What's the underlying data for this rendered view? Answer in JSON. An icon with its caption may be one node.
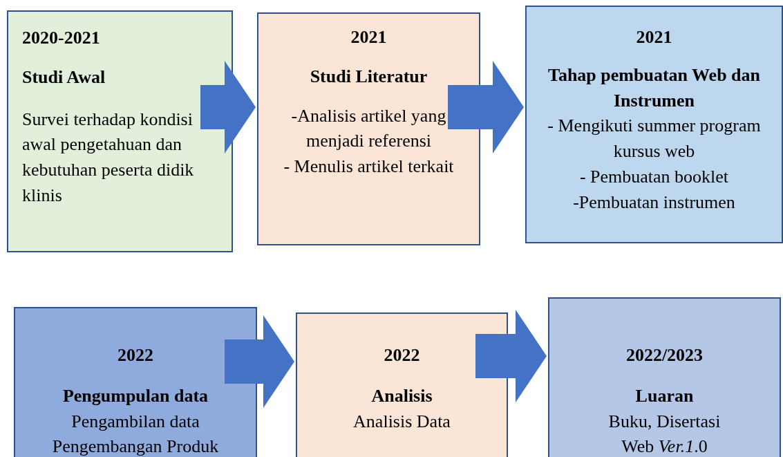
{
  "diagram": {
    "nodes": [
      {
        "text": [
          "2020-2021",
          "Studi Awal",
          "Survei terhadap kondisi awal pengetahuan dan kebutuhan  peserta didik klinis"
        ]
      },
      {
        "text": [
          "2021",
          "Studi Literatur",
          "-Analisis artikel yang menjadi referensi",
          "- Menulis artikel terkait"
        ]
      },
      {
        "text": [
          "2021",
          "Tahap pembuatan Web dan Instrumen",
          "- Mengikuti summer program kursus web",
          "- Pembuatan booklet",
          "-Pembuatan instrumen"
        ]
      },
      {
        "text": [
          "2022",
          "Pengumpulan data",
          "Pengambilan data",
          "Pengembangan Produk"
        ]
      },
      {
        "text": [
          "2022",
          "Analisis",
          "Analisis Data"
        ]
      },
      {
        "text": [
          "2022/2023",
          "Luaran",
          "Buku, Disertasi",
          "Web *Ver.1*.0"
        ]
      }
    ],
    "edges": [
      {
        "from": 0,
        "to": 1,
        "arrow": "to"
      },
      {
        "from": 1,
        "to": 2,
        "arrow": "to"
      },
      {
        "from": 3,
        "to": 4,
        "arrow": "to"
      },
      {
        "from": 4,
        "to": 5,
        "arrow": "to"
      }
    ]
  }
}
